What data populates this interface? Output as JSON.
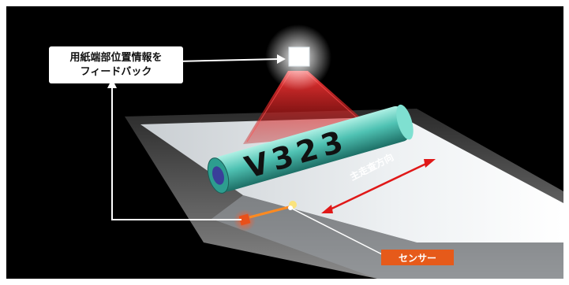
{
  "callout": {
    "line1": "用紙端部位置情報を",
    "line2": "フィードバック"
  },
  "sensor": {
    "label": "センサー"
  },
  "scan_direction": {
    "label": "主走査方向"
  },
  "roller": {
    "print": "V323"
  },
  "colors": {
    "background": "#000000",
    "callout_bg": "#ffffff",
    "sensor_label_bg": "#e65a1a",
    "roller": "#4fc2b3",
    "light_beam": "#e02020",
    "direction_arrow": "#e01818"
  }
}
